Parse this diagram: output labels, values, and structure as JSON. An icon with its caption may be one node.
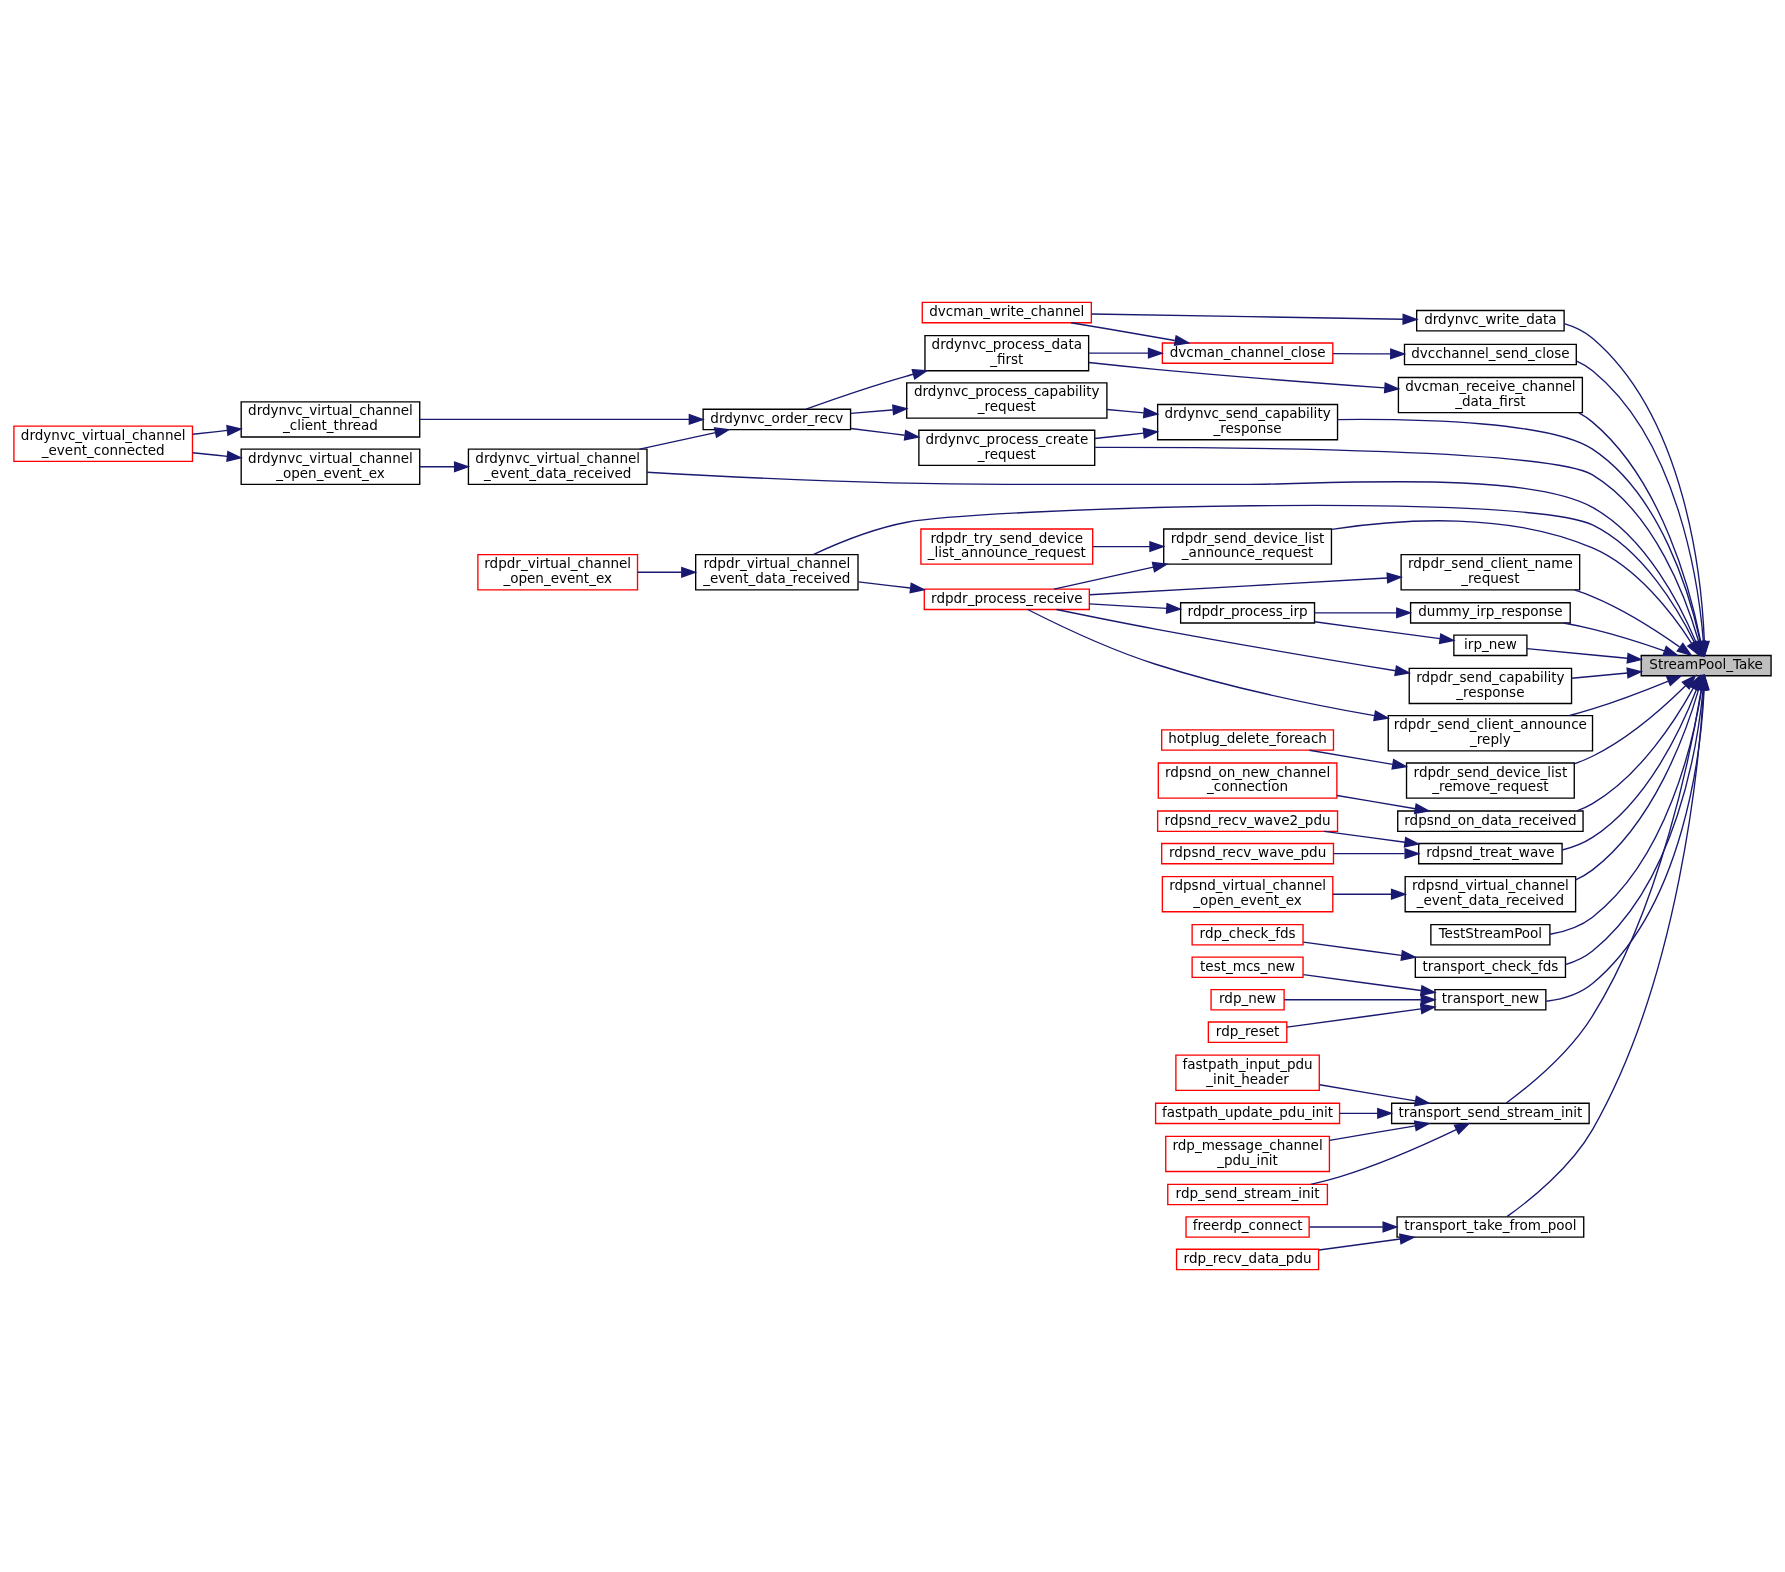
{
  "diagram": {
    "nodes": [
      {
        "text": [
          "StreamPool_Take"
        ]
      },
      {
        "text": [
          "drdynvc_process_create _request"
        ]
      },
      {
        "text": [
          "drdynvc_send_capability _response"
        ]
      },
      {
        "text": [
          "drdynvc_process_capability _request"
        ]
      },
      {
        "text": [
          "dvcman_receive_channel _data_first"
        ]
      },
      {
        "text": [
          "drdynvc_process_data _first"
        ]
      },
      {
        "text": [
          "dvcchannel_send_close"
        ]
      },
      {
        "text": [
          "dvcman_channel_close"
        ]
      },
      {
        "text": [
          "drdynvc_write_data"
        ]
      },
      {
        "text": [
          "dvcman_write_channel"
        ]
      },
      {
        "text": [
          "drdynvc_order_recv"
        ]
      },
      {
        "text": [
          "drdynvc_virtual_channel _client_thread"
        ]
      },
      {
        "text": [
          "drdynvc_virtual_channel _event_data_received"
        ]
      },
      {
        "text": [
          "drdynvc_virtual_channel _open_event_ex"
        ]
      },
      {
        "text": [
          "drdynvc_virtual_channel _event_connected"
        ]
      },
      {
        "text": [
          "rdpdr_send_client_announce _reply"
        ]
      },
      {
        "text": [
          "rdpdr_send_client_name _request"
        ]
      },
      {
        "text": [
          "dummy_irp_response"
        ]
      },
      {
        "text": [
          "irp_new"
        ]
      },
      {
        "text": [
          "rdpdr_process_irp"
        ]
      },
      {
        "text": [
          "rdpdr_process_receive"
        ]
      },
      {
        "text": [
          "rdpdr_send_capability _response"
        ]
      },
      {
        "text": [
          "rdpdr_send_device_list _announce_request"
        ]
      },
      {
        "text": [
          "rdpdr_try_send_device _list_announce_request"
        ]
      },
      {
        "text": [
          "rdpdr_virtual_channel _event_data_received"
        ]
      },
      {
        "text": [
          "rdpdr_virtual_channel _open_event_ex"
        ]
      },
      {
        "text": [
          "rdpdr_send_device_list _remove_request"
        ]
      },
      {
        "text": [
          "hotplug_delete_foreach"
        ]
      },
      {
        "text": [
          "rdpsnd_on_data_received"
        ]
      },
      {
        "text": [
          "rdpsnd_on_new_channel _connection"
        ]
      },
      {
        "text": [
          "rdpsnd_treat_wave"
        ]
      },
      {
        "text": [
          "rdpsnd_recv_wave2_pdu"
        ]
      },
      {
        "text": [
          "rdpsnd_recv_wave_pdu"
        ]
      },
      {
        "text": [
          "rdpsnd_virtual_channel _event_data_received"
        ]
      },
      {
        "text": [
          "rdpsnd_virtual_channel _open_event_ex"
        ]
      },
      {
        "text": [
          "TestStreamPool"
        ]
      },
      {
        "text": [
          "transport_check_fds"
        ]
      },
      {
        "text": [
          "rdp_check_fds"
        ]
      },
      {
        "text": [
          "transport_new"
        ]
      },
      {
        "text": [
          "test_mcs_new"
        ]
      },
      {
        "text": [
          "rdp_new"
        ]
      },
      {
        "text": [
          "rdp_reset"
        ]
      },
      {
        "text": [
          "transport_send_stream_init"
        ]
      },
      {
        "text": [
          "fastpath_input_pdu _init_header"
        ]
      },
      {
        "text": [
          "fastpath_update_pdu_init"
        ]
      },
      {
        "text": [
          "rdp_message_channel _pdu_init"
        ]
      },
      {
        "text": [
          "rdp_send_stream_init"
        ]
      },
      {
        "text": [
          "transport_take_from_pool"
        ]
      },
      {
        "text": [
          "freerdp_connect"
        ]
      },
      {
        "text": [
          "rdp_recv_data_pdu"
        ]
      }
    ],
    "edges": [
      {
        "from": 1,
        "to": 0,
        "arrow": "to"
      },
      {
        "from": 2,
        "to": 0,
        "arrow": "to"
      },
      {
        "from": 4,
        "to": 0,
        "arrow": "to"
      },
      {
        "from": 6,
        "to": 0,
        "arrow": "to"
      },
      {
        "from": 8,
        "to": 0,
        "arrow": "to"
      },
      {
        "from": 12,
        "to": 0,
        "arrow": "to"
      },
      {
        "from": 15,
        "to": 0,
        "arrow": "to"
      },
      {
        "from": 16,
        "to": 0,
        "arrow": "to"
      },
      {
        "from": 17,
        "to": 0,
        "arrow": "to"
      },
      {
        "from": 18,
        "to": 0,
        "arrow": "to"
      },
      {
        "from": 21,
        "to": 0,
        "arrow": "to"
      },
      {
        "from": 22,
        "to": 0,
        "arrow": "to"
      },
      {
        "from": 24,
        "to": 0,
        "arrow": "to"
      },
      {
        "from": 26,
        "to": 0,
        "arrow": "to"
      },
      {
        "from": 28,
        "to": 0,
        "arrow": "to"
      },
      {
        "from": 30,
        "to": 0,
        "arrow": "to"
      },
      {
        "from": 33,
        "to": 0,
        "arrow": "to"
      },
      {
        "from": 35,
        "to": 0,
        "arrow": "to"
      },
      {
        "from": 36,
        "to": 0,
        "arrow": "to"
      },
      {
        "from": 38,
        "to": 0,
        "arrow": "to"
      },
      {
        "from": 42,
        "to": 0,
        "arrow": "to"
      },
      {
        "from": 47,
        "to": 0,
        "arrow": "to"
      },
      {
        "from": 1,
        "to": 2,
        "arrow": "to"
      },
      {
        "from": 3,
        "to": 2,
        "arrow": "to"
      },
      {
        "from": 5,
        "to": 4,
        "arrow": "to"
      },
      {
        "from": 7,
        "to": 6,
        "arrow": "to"
      },
      {
        "from": 9,
        "to": 8,
        "arrow": "to"
      },
      {
        "from": 5,
        "to": 7,
        "arrow": "to"
      },
      {
        "from": 9,
        "to": 7,
        "arrow": "to"
      },
      {
        "from": 10,
        "to": 1,
        "arrow": "to"
      },
      {
        "from": 10,
        "to": 3,
        "arrow": "to"
      },
      {
        "from": 10,
        "to": 5,
        "arrow": "to"
      },
      {
        "from": 11,
        "to": 10,
        "arrow": "to"
      },
      {
        "from": 12,
        "to": 10,
        "arrow": "to"
      },
      {
        "from": 13,
        "to": 12,
        "arrow": "to"
      },
      {
        "from": 14,
        "to": 11,
        "arrow": "to"
      },
      {
        "from": 14,
        "to": 13,
        "arrow": "to"
      },
      {
        "from": 20,
        "to": 15,
        "arrow": "to"
      },
      {
        "from": 20,
        "to": 16,
        "arrow": "to"
      },
      {
        "from": 20,
        "to": 19,
        "arrow": "to"
      },
      {
        "from": 19,
        "to": 17,
        "arrow": "to"
      },
      {
        "from": 19,
        "to": 18,
        "arrow": "to"
      },
      {
        "from": 20,
        "to": 21,
        "arrow": "to"
      },
      {
        "from": 20,
        "to": 22,
        "arrow": "to"
      },
      {
        "from": 24,
        "to": 20,
        "arrow": "to"
      },
      {
        "from": 23,
        "to": 22,
        "arrow": "to"
      },
      {
        "from": 25,
        "to": 24,
        "arrow": "to"
      },
      {
        "from": 27,
        "to": 26,
        "arrow": "to"
      },
      {
        "from": 29,
        "to": 28,
        "arrow": "to"
      },
      {
        "from": 31,
        "to": 30,
        "arrow": "to"
      },
      {
        "from": 32,
        "to": 30,
        "arrow": "to"
      },
      {
        "from": 34,
        "to": 33,
        "arrow": "to"
      },
      {
        "from": 37,
        "to": 36,
        "arrow": "to"
      },
      {
        "from": 39,
        "to": 38,
        "arrow": "to"
      },
      {
        "from": 40,
        "to": 38,
        "arrow": "to"
      },
      {
        "from": 41,
        "to": 38,
        "arrow": "to"
      },
      {
        "from": 43,
        "to": 42,
        "arrow": "to"
      },
      {
        "from": 44,
        "to": 42,
        "arrow": "to"
      },
      {
        "from": 45,
        "to": 42,
        "arrow": "to"
      },
      {
        "from": 46,
        "to": 42,
        "arrow": "to"
      },
      {
        "from": 48,
        "to": 47,
        "arrow": "to"
      },
      {
        "from": 49,
        "to": 47,
        "arrow": "to"
      }
    ]
  }
}
